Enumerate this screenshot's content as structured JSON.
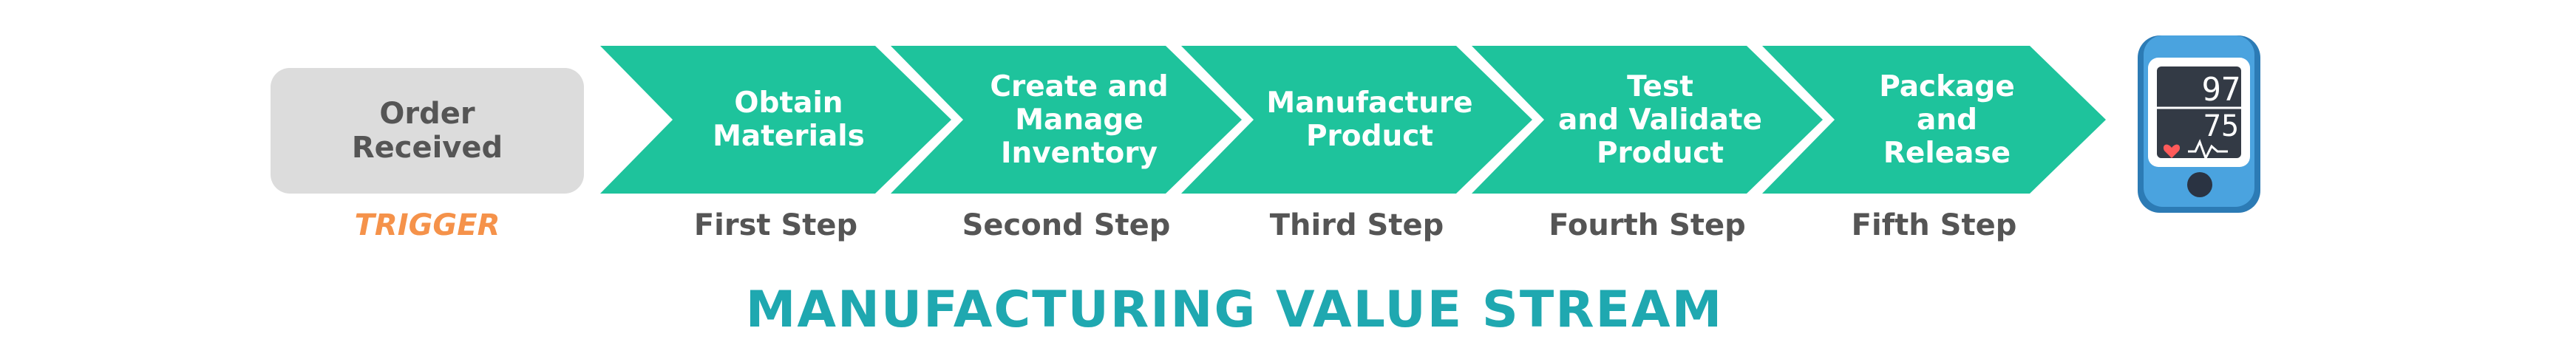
{
  "colors": {
    "arrow_fill": "#1ec39c",
    "trigger_box": "#dcdcdc",
    "trigger_label": "#f5924a",
    "step_label": "#555555",
    "title": "#1fa8b0"
  },
  "trigger": {
    "box_text": "Order\nReceived",
    "label": "TRIGGER"
  },
  "steps": [
    {
      "text": "Obtain\nMaterials",
      "label": "First Step"
    },
    {
      "text": "Create and\nManage\nInventory",
      "label": "Second Step"
    },
    {
      "text": "Manufacture\nProduct",
      "label": "Third Step"
    },
    {
      "text": "Test\nand Validate\nProduct",
      "label": "Fourth Step"
    },
    {
      "text": "Package\nand\nRelease",
      "label": "Fifth Step"
    }
  ],
  "device": {
    "icon": "pulse-oximeter-icon",
    "readings": [
      "97",
      "75"
    ]
  },
  "title": "MANUFACTURING VALUE STREAM"
}
